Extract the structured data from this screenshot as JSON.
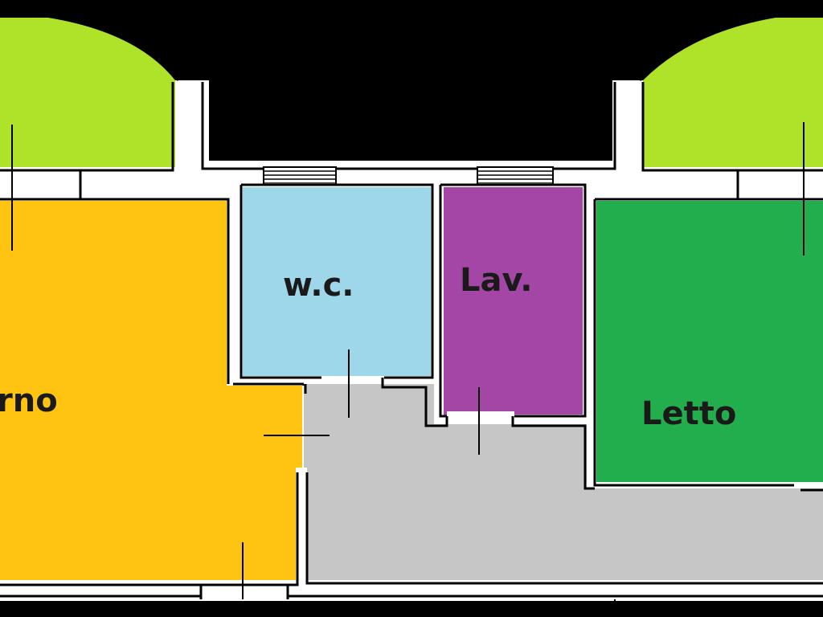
{
  "rooms": {
    "soggiorno": {
      "label": "rno",
      "color": "#FFC312"
    },
    "wc": {
      "label": "w.c.",
      "color": "#9ED6EA"
    },
    "lavanderia": {
      "label": "Lav.",
      "color": "#A346A6"
    },
    "letto": {
      "label": "Letto",
      "color": "#22AE4C"
    },
    "corridoio": {
      "label": "",
      "color": "#C6C6C6"
    },
    "balcone_sx": {
      "label": "",
      "color": "#AEE32A"
    },
    "balcone_dx": {
      "label": "",
      "color": "#AEE32A"
    }
  },
  "colors": {
    "background": "#000000",
    "wall": "#FFFFFF",
    "line": "#000000"
  }
}
